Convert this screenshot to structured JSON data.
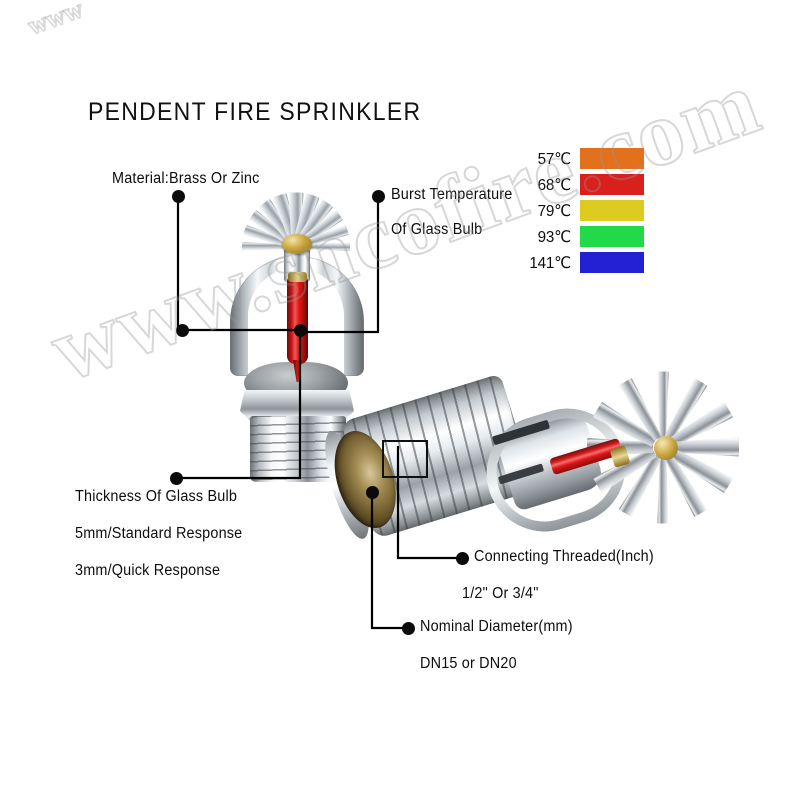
{
  "title": "PENDENT FIRE SPRINKLER",
  "watermark": {
    "text": "www.sncofire.com",
    "corner_text": "www"
  },
  "callouts": [
    {
      "id": "material",
      "label": "Material:Brass Or Zinc"
    },
    {
      "id": "burst-temp",
      "label": "Burst Temperature"
    },
    {
      "id": "burst-temp2",
      "label": "Of Glass Bulb"
    },
    {
      "id": "thickness",
      "label": "Thickness Of Glass Bulb"
    },
    {
      "id": "thickness2",
      "label": "5mm/Standard Response"
    },
    {
      "id": "thickness3",
      "label": "3mm/Quick Response"
    },
    {
      "id": "thread",
      "label": "Connecting Threaded(Inch)"
    },
    {
      "id": "thread2",
      "label": "1/2\" Or 3/4\""
    },
    {
      "id": "diameter",
      "label": "Nominal Diameter(mm)"
    },
    {
      "id": "diameter2",
      "label": "DN15 or DN20"
    }
  ],
  "temperature_legend": [
    {
      "temp": "57℃",
      "color": "#e2701c"
    },
    {
      "temp": "68℃",
      "color": "#d9201c"
    },
    {
      "temp": "79℃",
      "color": "#ddcb20"
    },
    {
      "temp": "93℃",
      "color": "#22d94a"
    },
    {
      "temp": "141℃",
      "color": "#2222d4"
    }
  ],
  "colors": {
    "background": "#ffffff",
    "text": "#0d0d0d",
    "leader": "#000000",
    "bulb_red": "#d81616",
    "chrome": "#c6ccd0",
    "brass": "#c9a43c"
  },
  "products": [
    {
      "id": "pendent-sprinkler-upright",
      "name": "Pendent fire sprinkler, upright view"
    },
    {
      "id": "pendent-sprinkler-angled",
      "name": "Pendent fire sprinkler, angled view"
    }
  ]
}
